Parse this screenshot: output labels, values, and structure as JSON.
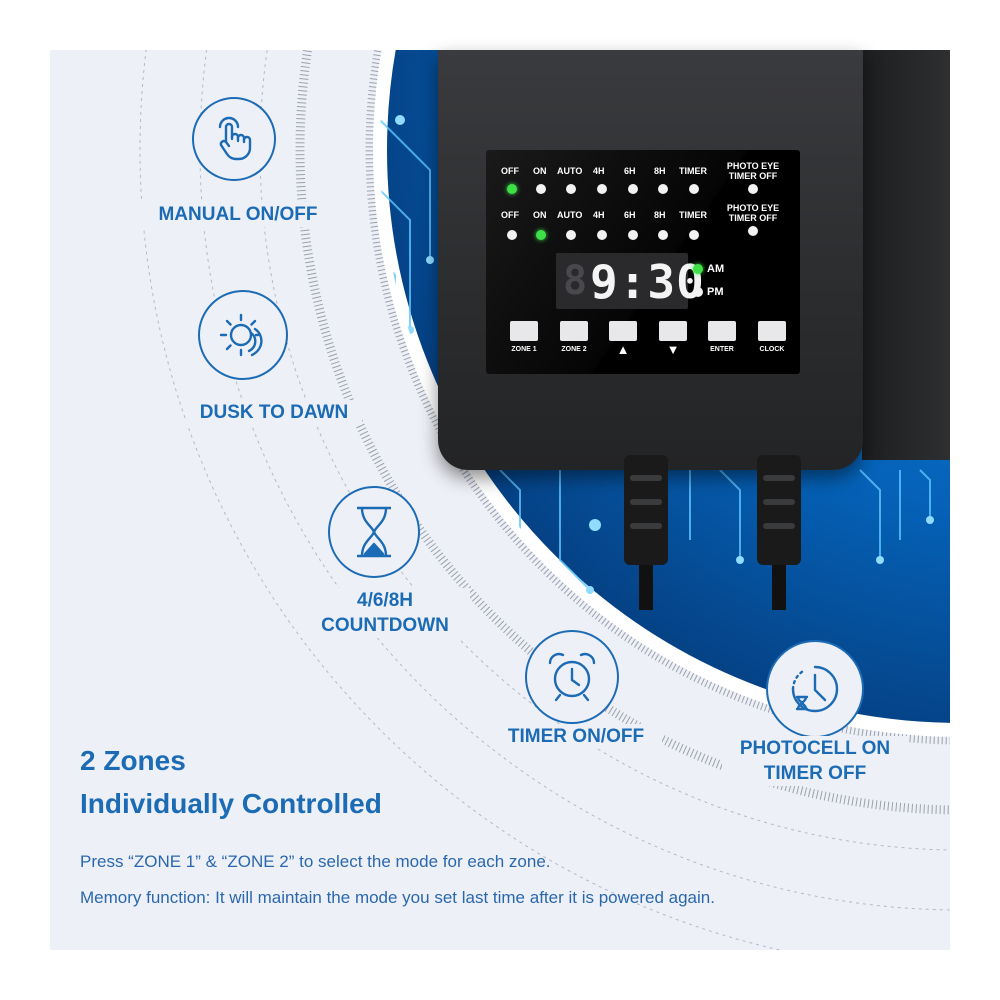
{
  "device": {
    "zone1_modes": [
      "OFF",
      "ON",
      "AUTO",
      "4H",
      "6H",
      "8H",
      "TIMER"
    ],
    "zone1_photo": [
      "PHOTO EYE",
      "TIMER OFF"
    ],
    "zone1_active": "OFF",
    "zone2_modes": [
      "OFF",
      "ON",
      "AUTO",
      "4H",
      "6H",
      "8H",
      "TIMER"
    ],
    "zone2_photo": [
      "PHOTO EYE",
      "TIMER OFF"
    ],
    "zone2_active": "ON",
    "clock_ghost": "8",
    "clock_time": "9:30",
    "am_label": "AM",
    "pm_label": "PM",
    "period_active": "AM",
    "keys": [
      "ZONE 1",
      "ZONE 2",
      "▲",
      "▼",
      "ENTER",
      "CLOCK"
    ],
    "led_on_color": "#3ee048"
  },
  "features": {
    "manual": {
      "label": "MANUAL ON/OFF",
      "icon": "hand-tap-icon"
    },
    "dusk": {
      "label": "DUSK TO DAWN",
      "icon": "sun-moon-icon"
    },
    "countdown": {
      "line1": "4/6/8H",
      "line2": "COUNTDOWN",
      "icon": "hourglass-icon"
    },
    "timer": {
      "label": "TIMER ON/OFF",
      "icon": "alarm-clock-icon"
    },
    "photocell": {
      "line1": "PHOTOCELL ON",
      "line2": "TIMER OFF",
      "icon": "clock-hourglass-icon"
    }
  },
  "headline": {
    "line1": "2 Zones",
    "line2": "Individually Controlled"
  },
  "description": {
    "line1": "Press “ZONE 1” & “ZONE 2” to select the mode for each zone.",
    "line2": "Memory function: It will maintain the mode you set last time after it is powered again."
  },
  "colors": {
    "accent": "#1c6bb5",
    "background": "#eef0f7"
  }
}
